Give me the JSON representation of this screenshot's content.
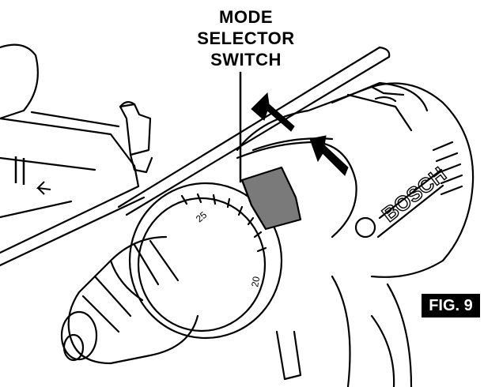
{
  "callout": {
    "lines": [
      "MODE",
      "SELECTOR",
      "SWITCH"
    ]
  },
  "figure": {
    "label": "FIG. 9"
  },
  "tool": {
    "brand": "BOSCH",
    "clutch_numbers": [
      "25",
      "20"
    ]
  },
  "icons": [
    "direction-arrow-icon",
    "pause-bars-icon",
    "double-headed-arrow-icon"
  ],
  "colors": {
    "ink": "#000000",
    "paper": "#ffffff",
    "switch_fill": "#7a7a7a",
    "badge_bg": "#000000",
    "badge_text": "#ffffff"
  }
}
